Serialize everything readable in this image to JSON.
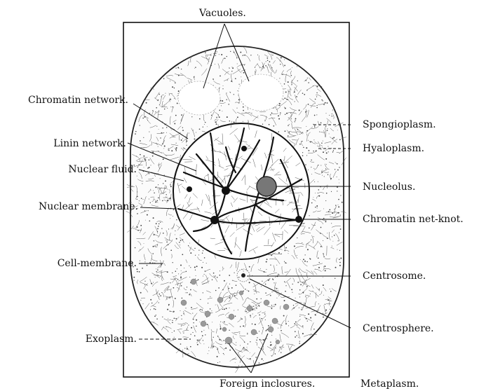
{
  "labels": {
    "vacuoles": "Vacuoles.",
    "chromatin_network": "Chromatin network.",
    "linin_network": "Linin network.",
    "nuclear_fluid": "Nuclear fluid.",
    "nuclear_membrane": "Nuclear membrane.",
    "cell_membrane": "Cell-membrane.",
    "exoplasm": "Exoplasm.",
    "spongioplasm": "Spongioplasm.",
    "hyaloplasm": "Hyaloplasm.",
    "nucleolus": "Nucleolus.",
    "chromatin_net_knot": "Chromatin net-knot.",
    "centrosome": "Centrosome.",
    "centrosphere": "Centrosphere.",
    "foreign_inclosures": "Foreign inclosures.",
    "metaplasm": "Metaplasm."
  },
  "colors": {
    "ink": "#111111",
    "nucleolus": "#777777",
    "granule": "#9a9a9a"
  }
}
